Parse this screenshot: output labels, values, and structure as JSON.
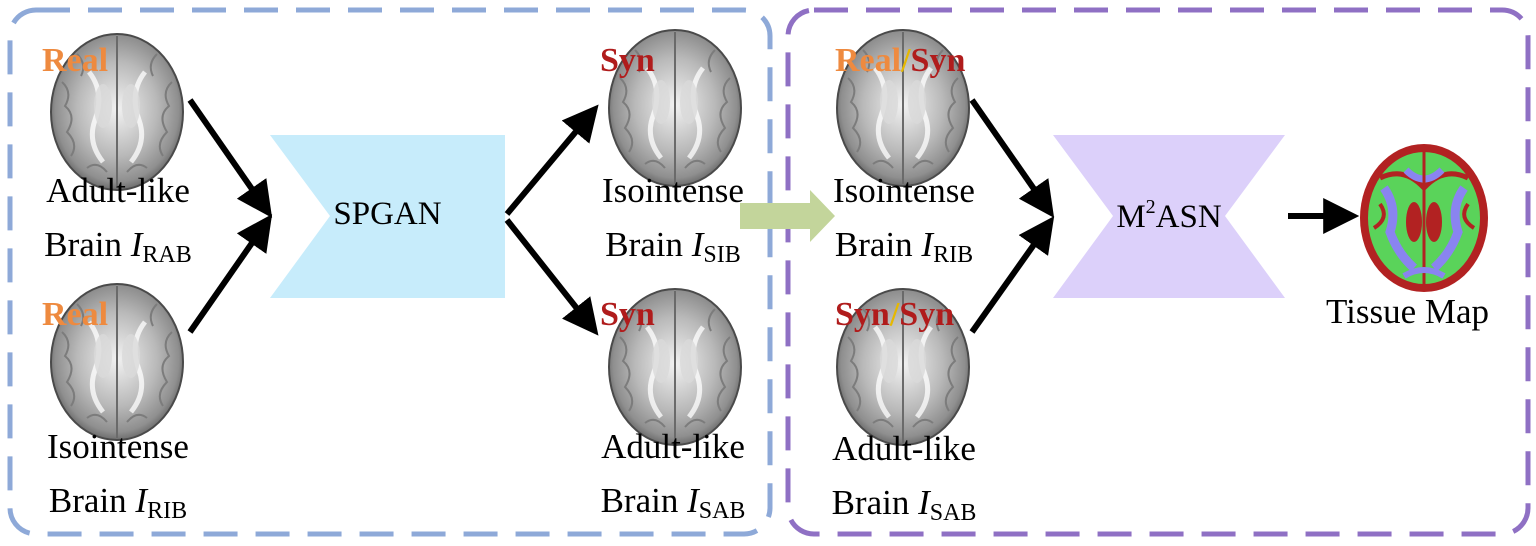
{
  "colors": {
    "real_tag": "#ee8a3f",
    "syn_tag": "#b01c1c",
    "slash": "#e6b800",
    "spgan_fill": "#c7ecfb",
    "m2asn_fill": "#dcd0fa",
    "left_frame": "#8ea9d8",
    "right_frame": "#8f70c4",
    "transfer_arrow": "#c3d59b",
    "tissue_csf": "#b22222",
    "tissue_gm": "#5ad35a",
    "tissue_wm": "#8a84f0"
  },
  "brains": {
    "real_adult": {
      "tag": "Real",
      "line1": "Adult-like",
      "line2": "Brain ",
      "var": "I",
      "sub": "RAB"
    },
    "real_iso": {
      "tag": "Real",
      "line1": "Isointense",
      "line2": "Brain ",
      "var": "I",
      "sub": "RIB"
    },
    "syn_iso": {
      "tag": "Syn",
      "line1": "Isointense",
      "line2": "Brain ",
      "var": "I",
      "sub": "SIB"
    },
    "syn_adult": {
      "tag": "Syn",
      "line1": "Adult-like",
      "line2": "Brain ",
      "var": "I",
      "sub": "SAB"
    },
    "seg_iso": {
      "tag_a": "Real",
      "slash": "/",
      "tag_b": "Syn",
      "line1": "Isointense",
      "line2": "Brain ",
      "var": "I",
      "sub": "RIB"
    },
    "seg_adult": {
      "tag_a": "Syn",
      "slash": "/",
      "tag_b": "Syn",
      "line1": "Adult-like",
      "line2": "Brain ",
      "var": "I",
      "sub": "SAB"
    }
  },
  "blocks": {
    "spgan": {
      "label": "SPGAN"
    },
    "m2asn": {
      "label_m": "M",
      "label_sup": "2",
      "label_rest": "ASN"
    }
  },
  "output": {
    "label": "Tissue Map"
  }
}
